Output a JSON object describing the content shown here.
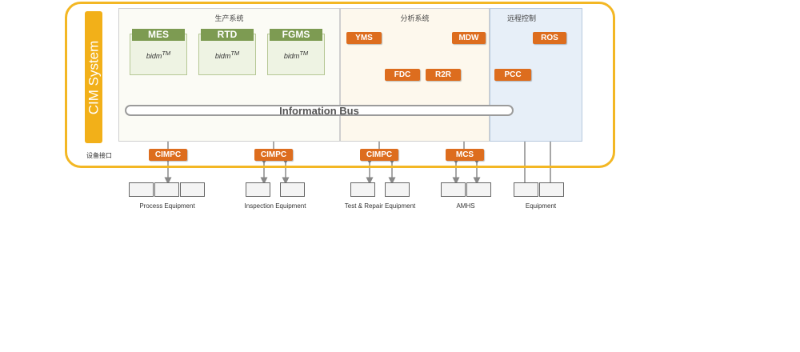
{
  "cim": {
    "label": "CIM System"
  },
  "panels": {
    "production": {
      "title": "生产系统"
    },
    "analysis": {
      "title": "分析系统"
    },
    "remote": {
      "title": "远程控制"
    }
  },
  "production_systems": [
    {
      "name": "MES",
      "product": "bidm",
      "tm": "TM"
    },
    {
      "name": "RTD",
      "product": "bidm",
      "tm": "TM"
    },
    {
      "name": "FGMS",
      "product": "bidm",
      "tm": "TM"
    }
  ],
  "analysis_boxes": {
    "yms": "YMS",
    "mdw": "MDW",
    "fdc": "FDC",
    "r2r": "R2R"
  },
  "remote_boxes": {
    "ros": "ROS",
    "pcc": "PCC"
  },
  "bus": {
    "label": "Information Bus"
  },
  "equipment_interface": {
    "label": "设备接口"
  },
  "interfaces": [
    "CIMPC",
    "CIMPC",
    "CIMPC",
    "MCS"
  ],
  "equipment_groups": [
    {
      "label": "Process Equipment"
    },
    {
      "label": "Inspection Equipment"
    },
    {
      "label": "Test & Repair Equipment"
    },
    {
      "label": "AMHS"
    },
    {
      "label": "Equipment"
    }
  ],
  "colors": {
    "frame": "#f3b724",
    "orange": "#dd6d1e",
    "green": "#7d9b52",
    "line": "#888888"
  }
}
